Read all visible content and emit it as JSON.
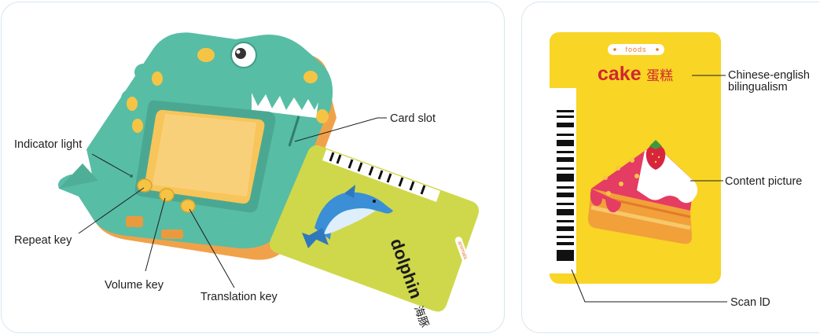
{
  "left_panel": {
    "labels": {
      "indicator_light": "Indicator light",
      "card_slot": "Card slot",
      "repeat_key": "Repeat key",
      "volume_key": "Volume key",
      "translation_key": "Translation key"
    },
    "sample_card": {
      "category_tag": "animals",
      "english_word": "dolphin",
      "chinese_word": "海豚"
    }
  },
  "right_panel": {
    "card": {
      "category_tag": "foods",
      "english_word": "cake",
      "chinese_word": "蛋糕"
    },
    "labels": {
      "bilingual_line1": "Chinese-english",
      "bilingual_line2": "bilingualism",
      "content_picture": "Content picture",
      "scan_id": "Scan lD"
    }
  },
  "colors": {
    "device_green": "#58bda5",
    "device_green_dark": "#3f9e88",
    "button_yellow": "#f6c445",
    "screen_orange": "#f7c55a",
    "card_lime": "#cfd84a",
    "card_yellow": "#f9d525",
    "text_dark": "#1e1e1e",
    "panel_border": "#d9e6ef"
  },
  "icons": [
    "dino-device-illustration",
    "dolphin-illustration",
    "cake-illustration",
    "barcode"
  ]
}
